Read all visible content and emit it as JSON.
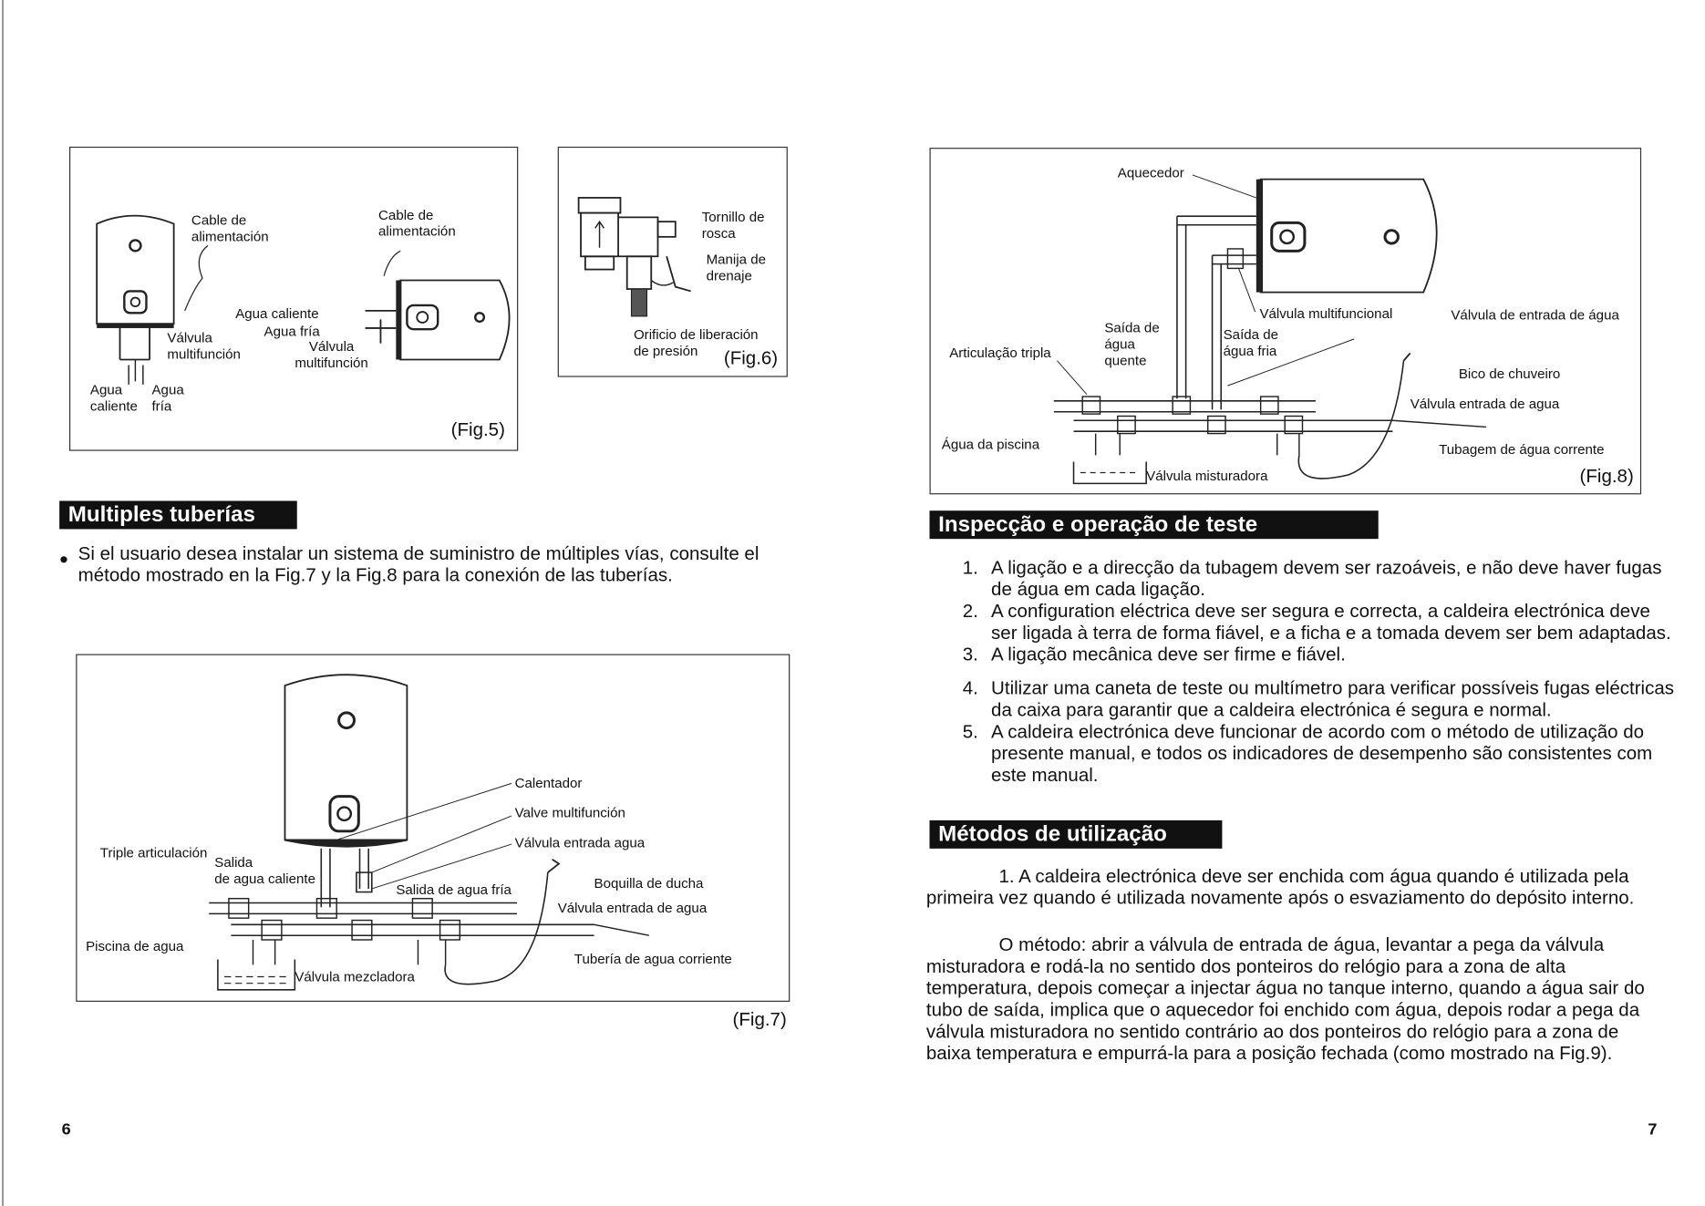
{
  "left": {
    "fig5": {
      "labels": {
        "cable1": "Cable de\nalimentación",
        "cable2": "Cable de\nalimentación",
        "hot": "Agua caliente",
        "cold": "Agua fría",
        "valve1": "Válvula\nmultifunción",
        "valve2": "Válvula\nmultifunción",
        "agua_caliente": "Agua\ncaliente",
        "agua_fria": "Agua\nfría"
      },
      "caption": "(Fig.5)"
    },
    "fig6": {
      "labels": {
        "tornillo": "Tornillo de\nrosca",
        "manija": "Manija de\ndrenaje",
        "orificio": "Orificio de liberación\nde presión"
      },
      "caption": "(Fig.6)"
    },
    "heading": "Multiples tuberías",
    "bullet": "Si el usuario desea instalar un sistema de suministro de múltiples vías, consulte el método mostrado en la Fig.7 y la Fig.8 para la conexión de las tuberías.",
    "fig7": {
      "labels": {
        "calentador": "Calentador",
        "valve": "Valve multifunción",
        "entrada1": "Válvula entrada agua",
        "triple": "Triple articulación",
        "salida_caliente": "Salida\nde agua caliente",
        "salida_fria": "Salida de agua fría",
        "boquilla": "Boquilla de ducha",
        "entrada2": "Válvula entrada de agua",
        "piscina": "Piscina de agua",
        "tuberia": "Tubería de agua corriente",
        "mezcladora": "Válvula mezcladora"
      },
      "caption": "(Fig.7)"
    },
    "page_number": "6"
  },
  "right": {
    "fig8": {
      "labels": {
        "aquecedor": "Aquecedor",
        "multifuncional": "Válvula multifuncional",
        "entrada_agua": "Válvula de entrada de água",
        "saida_quente": "Saída de\nágua\nquente",
        "saida_fria": "Saída de\nágua fria",
        "tripla": "Articulação tripla",
        "bico": "Bico de chuveiro",
        "entrada_agua2": "Válvula entrada de agua",
        "piscina": "Água da piscina",
        "tubagem": "Tubagem de água corrente",
        "misturadora": "Válvula misturadora"
      },
      "caption": "(Fig.8)"
    },
    "heading1": "Inspecção e operação de teste",
    "list": [
      {
        "n": "1.",
        "text": "A ligação e a direcção da tubagem devem ser razoáveis, e não deve haver fugas de água em cada ligação."
      },
      {
        "n": "2.",
        "text": "A configuration eléctrica deve ser segura e correcta, a caldeira electrónica deve ser ligada à terra de forma fiável, e a ficha e a tomada devem ser bem adaptadas."
      },
      {
        "n": "3.",
        "text": "A ligação mecânica deve ser firme e fiável."
      },
      {
        "n": "4.",
        "text": "Utilizar uma caneta de teste ou multímetro para verificar possíveis fugas eléctricas da caixa para garantir que a caldeira electrónica é segura e normal."
      },
      {
        "n": "5.",
        "text": "A caldeira electrónica deve funcionar de acordo com o método de utilização do presente manual, e todos os indicadores de desempenho são consistentes com este manual."
      }
    ],
    "heading2": "Métodos de utilização",
    "para1": "1. A caldeira electrónica deve ser enchida com água quando é utilizada pela primeira vez quando é utilizada novamente após o esvaziamento do depósito interno.",
    "para2": "O método: abrir a válvula de entrada de água, levantar a pega da válvula misturadora e rodá-la no sentido dos ponteiros do relógio para a zona de alta temperatura, depois começar a injectar água no tanque interno, quando a água sair do tubo de saída, implica que o aquecedor foi enchido com água, depois rodar a pega da válvula misturadora no sentido contrário ao dos ponteiros do relógio para a zona de baixa temperatura e empurrá-la para a posição fechada (como mostrado na Fig.9).",
    "page_number": "7"
  }
}
